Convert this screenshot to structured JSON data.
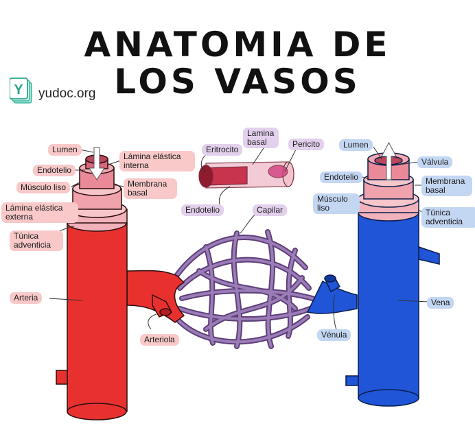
{
  "title": {
    "line1": "ANATOMIA DE",
    "line2": "LOS VASOS"
  },
  "logo": {
    "letter": "Y",
    "text": "yudoc.org"
  },
  "artery_labels": {
    "lumen": "Lumen",
    "endotelio": "Endotelio",
    "musculo_liso": "Músculo liso",
    "lamina_elastica_externa": "Lámina elástica externa",
    "tunica_adventicia": "Túnica adventicia",
    "lamina_elastica_interna": "Lámina elástica interna",
    "membrana_basal": "Membrana basal",
    "arteria": "Arteria",
    "arteriola": "Arteriola"
  },
  "capillary_labels": {
    "eritrocito": "Eritrocito",
    "lamina_basal": "Lamina basal",
    "pericito": "Pericito",
    "endotelio": "Endotelio",
    "capilar": "Capilar"
  },
  "vein_labels": {
    "lumen": "Lumen",
    "valvula": "Válvula",
    "endotelio": "Endotelio",
    "musculo_liso": "Músculo liso",
    "membrana_basal": "Membrana basal",
    "tunica_adventicia": "Túnica adventicia",
    "vena": "Vena",
    "venula": "Vénula"
  },
  "colors": {
    "artery": "#e8312f",
    "artery_dark": "#b81d1d",
    "vein": "#1f55d6",
    "vein_dark": "#123a9e",
    "capillary": "#8a6aa3",
    "wall_pink": "#f2b2bb",
    "label_pink": "#f9c9c9",
    "label_lavender": "#e2d0ec",
    "label_blue": "#c3d6f2"
  }
}
